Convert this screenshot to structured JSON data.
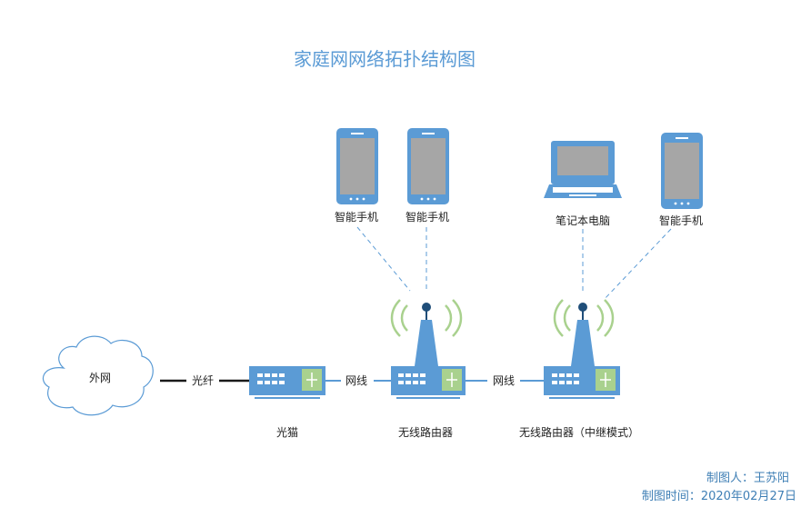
{
  "title": "家庭网网络拓扑结构图",
  "nodes": {
    "internet": "外网",
    "modem": "光猫",
    "router": "无线路由器",
    "repeater": "无线路由器（中继模式）",
    "phone1": "智能手机",
    "phone2": "智能手机",
    "laptop": "笔记本电脑",
    "phone3": "智能手机"
  },
  "links": {
    "fiber": "光纤",
    "cable1": "网线",
    "cable2": "网线"
  },
  "footer": {
    "author": "制图人：王苏阳",
    "date": "制图时间：2020年02月27日"
  },
  "colors": {
    "device_blue": "#5b9bd5",
    "screen_gray": "#a6a6a6",
    "signal_green": "#a9d18e",
    "dark_blue": "#1f4e79",
    "cloud_stroke": "#5b9bd5"
  }
}
